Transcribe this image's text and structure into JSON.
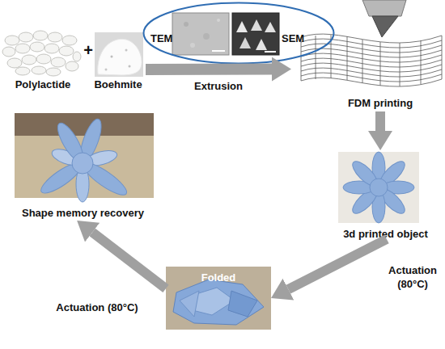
{
  "diagram": {
    "nodes": [
      {
        "text": [
          "Polylactide"
        ]
      },
      {
        "text": [
          "Boehmite"
        ]
      },
      {
        "text": [
          "TEM",
          "SEM"
        ]
      },
      {
        "text": [
          "FDM printing"
        ]
      },
      {
        "text": [
          "3d printed object"
        ]
      },
      {
        "text": [
          "Folded"
        ]
      },
      {
        "text": [
          "Shape memory recovery"
        ]
      }
    ],
    "edges": [
      {
        "from": 1,
        "to": 3,
        "arrow": "to",
        "label": "Extrusion"
      },
      {
        "from": 3,
        "to": 4,
        "arrow": "to"
      },
      {
        "from": 4,
        "to": 5,
        "arrow": "to",
        "label": "Actuation (80°C)"
      },
      {
        "from": 5,
        "to": 6,
        "arrow": "to",
        "label": "Actuation (80°C)"
      }
    ],
    "labels": [
      "+"
    ]
  }
}
